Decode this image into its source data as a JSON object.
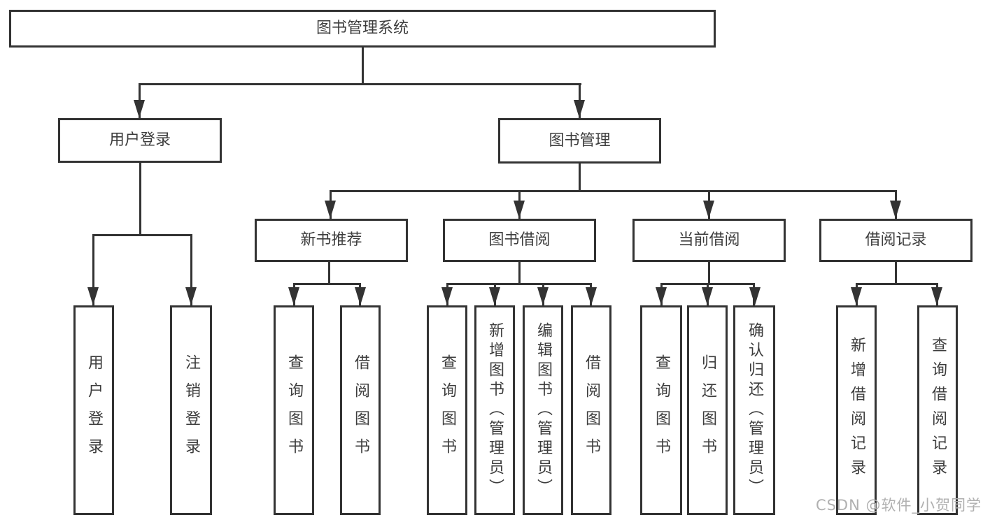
{
  "diagram_title": "图书管理系统",
  "watermark": "CSDN @软件_小贺同学",
  "colors": {
    "line": "#333333",
    "text": "#3d3d3d",
    "watermark": "#b0b0b0",
    "background": "#ffffff"
  },
  "nodes": {
    "root": "图书管理系统",
    "user_login": "用户登录",
    "book_mgmt": "图书管理",
    "login": "用户登录",
    "logout": "注销登录",
    "new_books": "新书推荐",
    "book_borrow": "图书借阅",
    "current_borrow": "当前借阅",
    "borrow_records": "借阅记录",
    "nb_query": "查询图书",
    "nb_borrow": "借阅图书",
    "bb_query": "查询图书",
    "bb_add": "新增图书（管理员）",
    "bb_edit": "编辑图书（管理员）",
    "bb_borrow": "借阅图书",
    "cb_query": "查询图书",
    "cb_return": "归还图书",
    "cb_confirm": "确认归还（管理员）",
    "br_add": "新增借阅记录",
    "br_query": "查询借阅记录"
  }
}
